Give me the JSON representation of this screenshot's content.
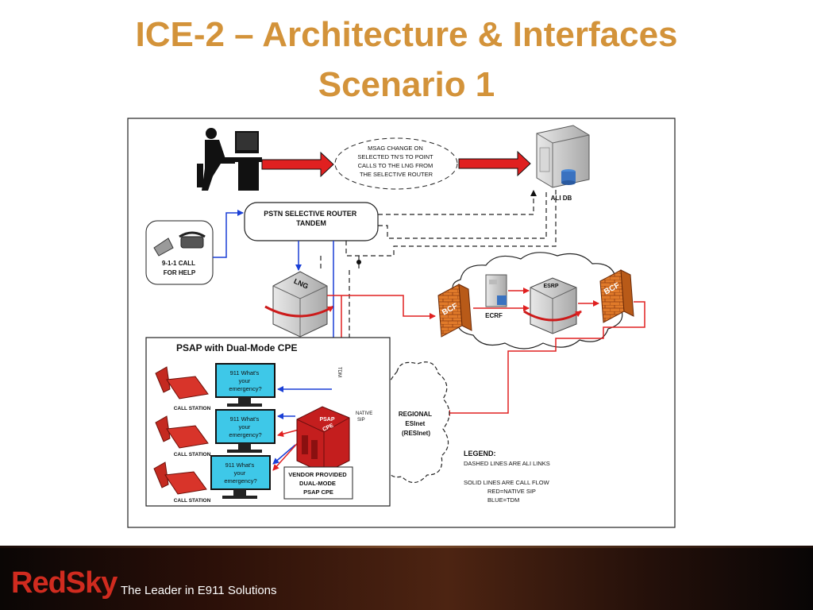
{
  "slide": {
    "title_line1": "ICE-2 – Architecture & Interfaces",
    "title_line2": "Scenario 1"
  },
  "diagram": {
    "msag_note": [
      "MSAG CHANGE ON",
      "SELECTED TN'S TO POINT",
      "CALLS TO THE LNG FROM",
      "THE SELECTIVE ROUTER"
    ],
    "ali_db": "ALI DB",
    "pstn_router": [
      "PSTN SELECTIVE ROUTER",
      "TANDEM"
    ],
    "call_for_help": [
      "9-1-1 CALL",
      "FOR HELP"
    ],
    "lng": "LNG",
    "bcf_left": "BCF",
    "bcf_right": "BCF",
    "ecrf": "ECRF",
    "esrp": "ESRP",
    "psap_title": "PSAP with Dual-Mode CPE",
    "screen_text": [
      "911 What's",
      "your",
      "emergency?"
    ],
    "call_station": "CALL STATION",
    "tdm_label": "TDM",
    "native_sip_label": [
      "NATIVE",
      "SIP"
    ],
    "psap_cpe": [
      "PSAP",
      "CPE"
    ],
    "vendor_box": [
      "VENDOR PROVIDED",
      "DUAL-MODE",
      "PSAP CPE"
    ],
    "esinet": [
      "REGIONAL",
      "ESInet",
      "(RESInet)"
    ],
    "legend": {
      "title": "LEGEND:",
      "line1": "DASHED LINES ARE ALI LINKS",
      "line2": "SOLID LINES ARE CALL FLOW",
      "line3": "RED=NATIVE SIP",
      "line4": "BLUE=TDM"
    },
    "colors": {
      "sip": "#e02020",
      "tdm": "#1a3fd6",
      "title": "#d3933a"
    }
  },
  "footer": {
    "logo": "RedSky",
    "tagline": "The Leader in E911 Solutions"
  }
}
